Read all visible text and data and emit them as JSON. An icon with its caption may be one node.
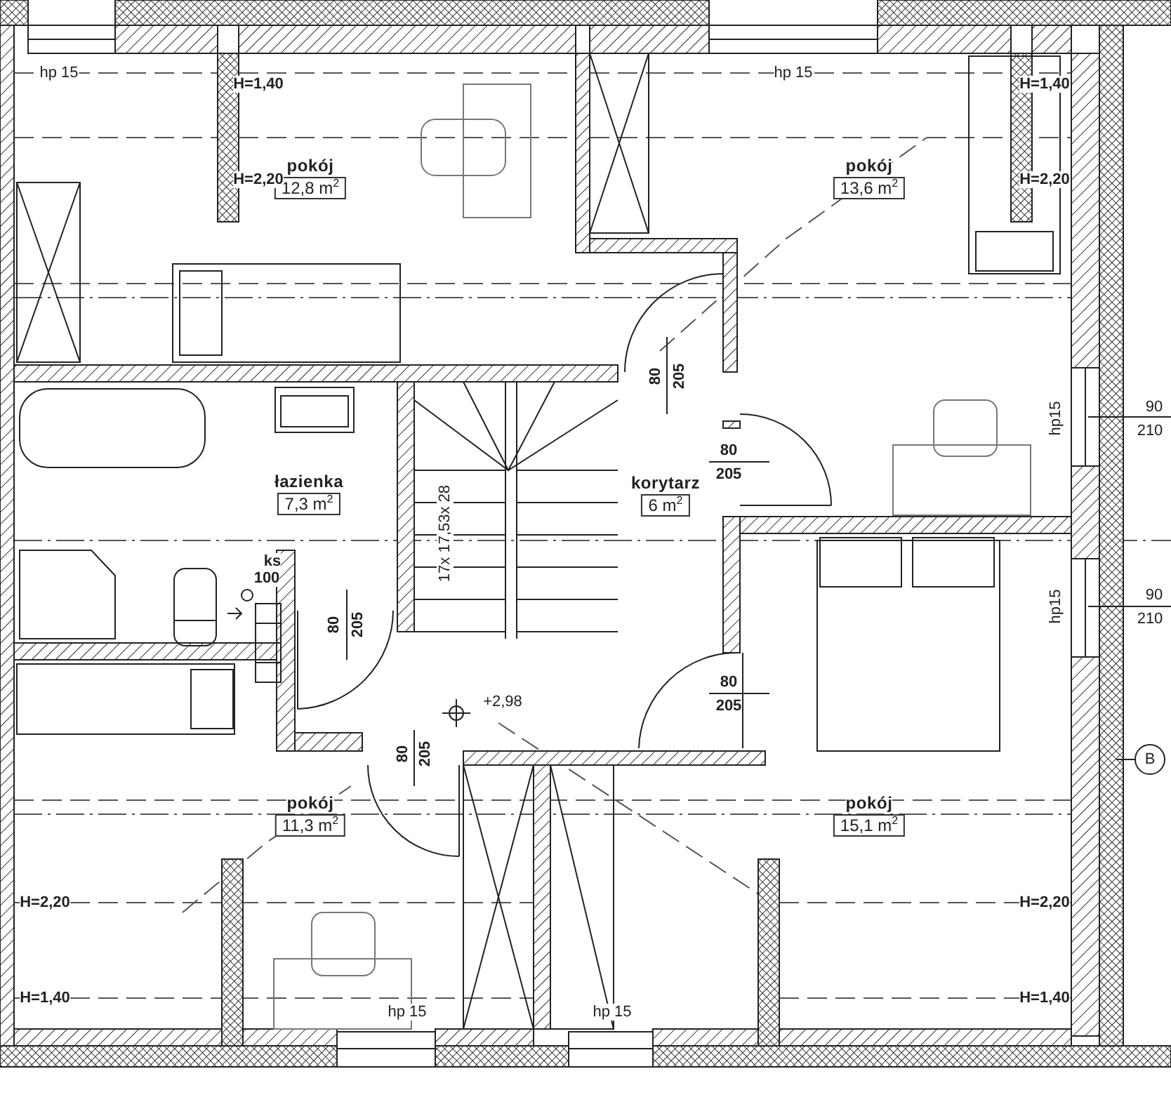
{
  "diagram": {
    "nodes": [
      {
        "text": [
          "pokój",
          "12,8 m$^{2}$"
        ]
      },
      {
        "text": [
          "pokój",
          "13,6 m$^{2}$"
        ]
      },
      {
        "text": [
          "łazienka",
          "7,3 m$^{2}$"
        ]
      },
      {
        "text": [
          "korytarz",
          "6 m$^{2}$"
        ]
      },
      {
        "text": [
          "pokój",
          "11,3 m$^{2}$"
        ]
      },
      {
        "text": [
          "pokój",
          "15,1 m$^{2}$"
        ]
      }
    ],
    "labels": [
      "hp 15",
      "hp 15",
      "H=1,40",
      "H=1,40",
      "H=2,20",
      "H=2,20",
      "80",
      "205",
      "80",
      "205",
      "hp15",
      "90",
      "210",
      "ks",
      "100",
      "80",
      "205",
      "17x 17,53x 28",
      "hp15",
      "90",
      "210",
      "+2,98",
      "80",
      "205",
      "80",
      "205",
      "B",
      "H=2,20",
      "H=2,20",
      "H=1,40",
      "H=1,40",
      "hp 15",
      "hp 15"
    ]
  }
}
